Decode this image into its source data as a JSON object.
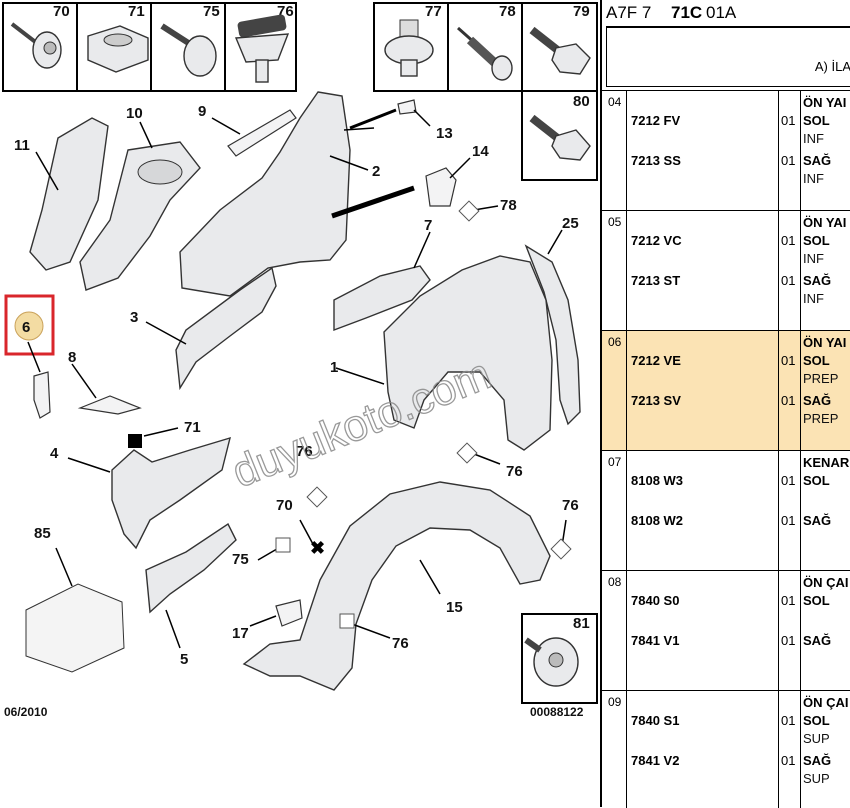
{
  "diagram": {
    "callouts": {
      "c70": "70",
      "c71": "71",
      "c75": "75",
      "c76": "76",
      "c77": "77",
      "c78": "78",
      "c79": "79",
      "c80": "80",
      "c81": "81",
      "p1": "1",
      "p2": "2",
      "p3": "3",
      "p4": "4",
      "p5": "5",
      "p6": "6",
      "p7": "7",
      "p8": "8",
      "p9": "9",
      "p10": "10",
      "p11": "11",
      "p13": "13",
      "p14": "14",
      "p15": "15",
      "p17": "17",
      "p25": "25",
      "p85": "85",
      "l71": "71",
      "l75": "75",
      "l76a": "76",
      "l76b": "76",
      "l76c": "76",
      "l76d": "76",
      "l70": "70",
      "l78": "78"
    },
    "date": "06/2010",
    "code": "00088122",
    "watermark": "duyukoto.com",
    "highlight_color": "#d9262b"
  },
  "table": {
    "title_a": "A7F 7 ",
    "title_b": "71C",
    "title_c": " 01A",
    "header_text": "A) İLA",
    "highlight_bg": "#fbe3b4",
    "rows": [
      {
        "num": "04",
        "items": [
          {
            "ref": "7212 FV",
            "qty": "01",
            "desc": "SOL",
            "sub": "INF"
          },
          {
            "ref": "7213 SS",
            "qty": "01",
            "desc": "SAĞ",
            "sub": "INF"
          }
        ],
        "title": "ÖN YAI"
      },
      {
        "num": "05",
        "items": [
          {
            "ref": "7212 VC",
            "qty": "01",
            "desc": "SOL",
            "sub": "INF"
          },
          {
            "ref": "7213 ST",
            "qty": "01",
            "desc": "SAĞ",
            "sub": "INF"
          }
        ],
        "title": "ÖN YAI"
      },
      {
        "num": "06",
        "items": [
          {
            "ref": "7212 VE",
            "qty": "01",
            "desc": "SOL",
            "sub": "PREP"
          },
          {
            "ref": "7213 SV",
            "qty": "01",
            "desc": "SAĞ",
            "sub": "PREP"
          }
        ],
        "title": "ÖN YAI"
      },
      {
        "num": "07",
        "items": [
          {
            "ref": "8108 W3",
            "qty": "01",
            "desc": "SOL",
            "sub": ""
          },
          {
            "ref": "8108 W2",
            "qty": "01",
            "desc": "SAĞ",
            "sub": ""
          }
        ],
        "title": "KENAR"
      },
      {
        "num": "08",
        "items": [
          {
            "ref": "7840 S0",
            "qty": "01",
            "desc": "SOL",
            "sub": ""
          },
          {
            "ref": "7841 V1",
            "qty": "01",
            "desc": "SAĞ",
            "sub": ""
          }
        ],
        "title": "ÖN ÇAI"
      },
      {
        "num": "09",
        "items": [
          {
            "ref": "7840 S1",
            "qty": "01",
            "desc": "SOL",
            "sub": "SUP"
          },
          {
            "ref": "7841 V2",
            "qty": "01",
            "desc": "SAĞ",
            "sub": "SUP"
          }
        ],
        "title": "ÖN ÇAI"
      }
    ]
  }
}
